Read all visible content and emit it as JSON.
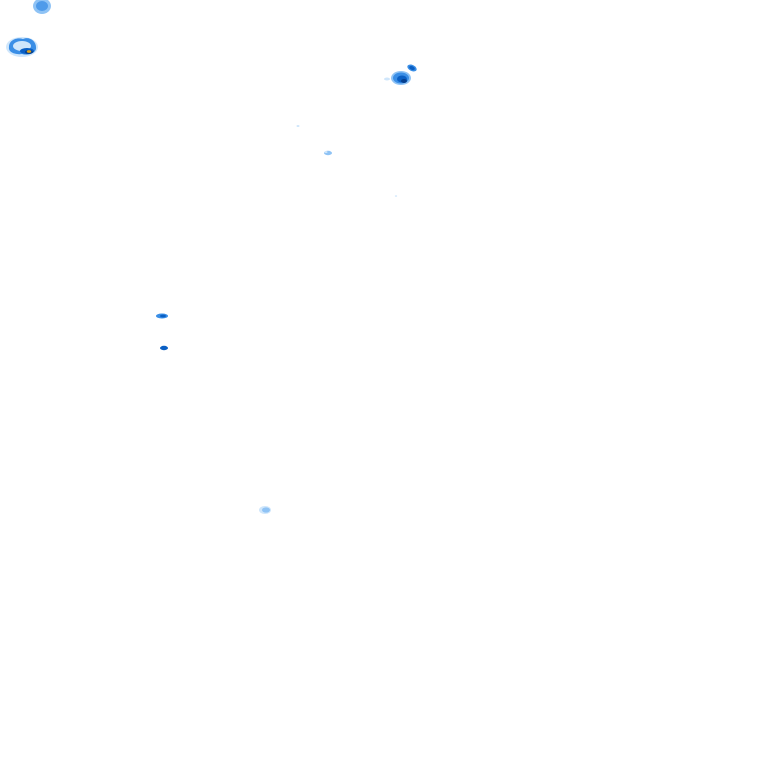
{
  "map": {
    "kind": "weather-radar-overlay",
    "background": "#ffffff",
    "legend_colors": {
      "very_light": "#cfe6fb",
      "light": "#8fc3f5",
      "moderate": "#3a8ee6",
      "heavy": "#0a5fc4",
      "very_heavy": "#043f8f",
      "intense_core": "#e0a21b"
    },
    "echoes": [
      {
        "id": "cell-top-left-edge",
        "levels": [
          "light",
          "moderate"
        ]
      },
      {
        "id": "cell-upper-left",
        "levels": [
          "very_light",
          "moderate",
          "heavy",
          "very_heavy",
          "intense_core"
        ]
      },
      {
        "id": "cell-upper-center",
        "levels": [
          "light",
          "moderate",
          "heavy",
          "very_heavy"
        ]
      },
      {
        "id": "speck-center-1",
        "levels": [
          "very_light"
        ]
      },
      {
        "id": "speck-center-2",
        "levels": [
          "light"
        ]
      },
      {
        "id": "speck-center-3",
        "levels": [
          "very_light"
        ]
      },
      {
        "id": "cell-mid-left-1",
        "levels": [
          "moderate",
          "heavy"
        ]
      },
      {
        "id": "cell-mid-left-2",
        "levels": [
          "heavy"
        ]
      },
      {
        "id": "cell-lower-center",
        "levels": [
          "very_light",
          "light"
        ]
      }
    ]
  }
}
